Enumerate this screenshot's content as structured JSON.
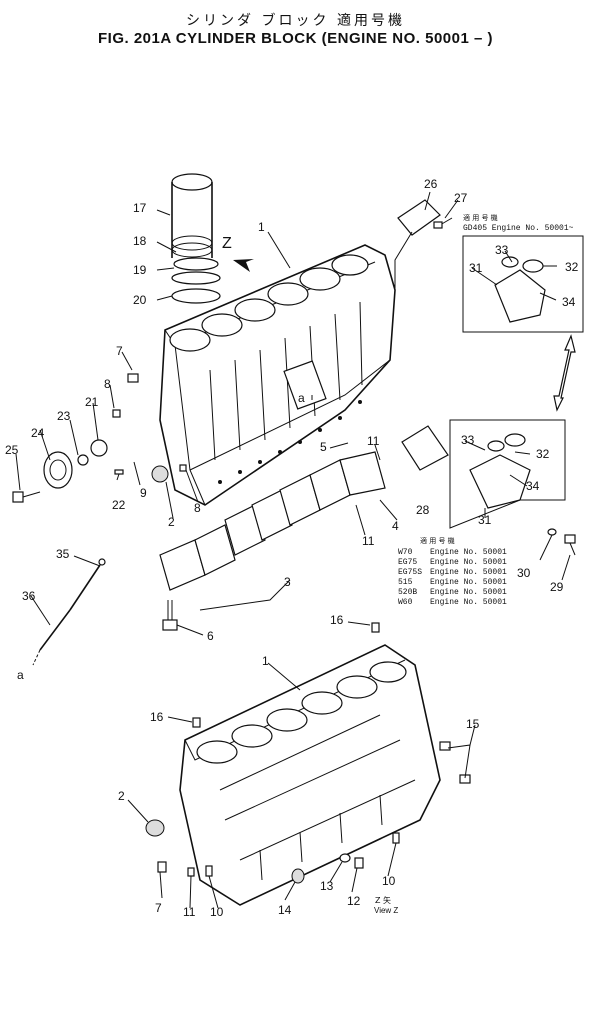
{
  "title_jp": "シリンダ ブロック 適用号機",
  "title_en": "FIG. 201A  CYLINDER BLOCK (ENGINE NO. 50001 – )",
  "view_marker": "Z",
  "view_label_jp": "Z 矢",
  "view_label_en": "View Z",
  "arrow_ref": "a",
  "applicability_top": {
    "header_jp": "適 用 号 機",
    "line": "GD405  Engine No. 50001~"
  },
  "applicability_bottom": {
    "header_jp": "適 用 号 機",
    "rows": [
      {
        "model": "W70",
        "engine": "Engine No. 50001"
      },
      {
        "model": "EG75",
        "engine": "Engine No. 50001"
      },
      {
        "model": "EG75S",
        "engine": "Engine No. 50001"
      },
      {
        "model": "515",
        "engine": "Engine No. 50001"
      },
      {
        "model": "520B",
        "engine": "Engine No. 50001"
      },
      {
        "model": "W60",
        "engine": "Engine No. 50001"
      }
    ]
  },
  "callouts": [
    "1",
    "2",
    "3",
    "4",
    "5",
    "6",
    "7",
    "8",
    "9",
    "10",
    "11",
    "12",
    "13",
    "14",
    "15",
    "16",
    "17",
    "18",
    "19",
    "20",
    "21",
    "22",
    "23",
    "24",
    "25",
    "26",
    "27",
    "28",
    "29",
    "30",
    "31",
    "32",
    "33",
    "34",
    "35",
    "36"
  ]
}
